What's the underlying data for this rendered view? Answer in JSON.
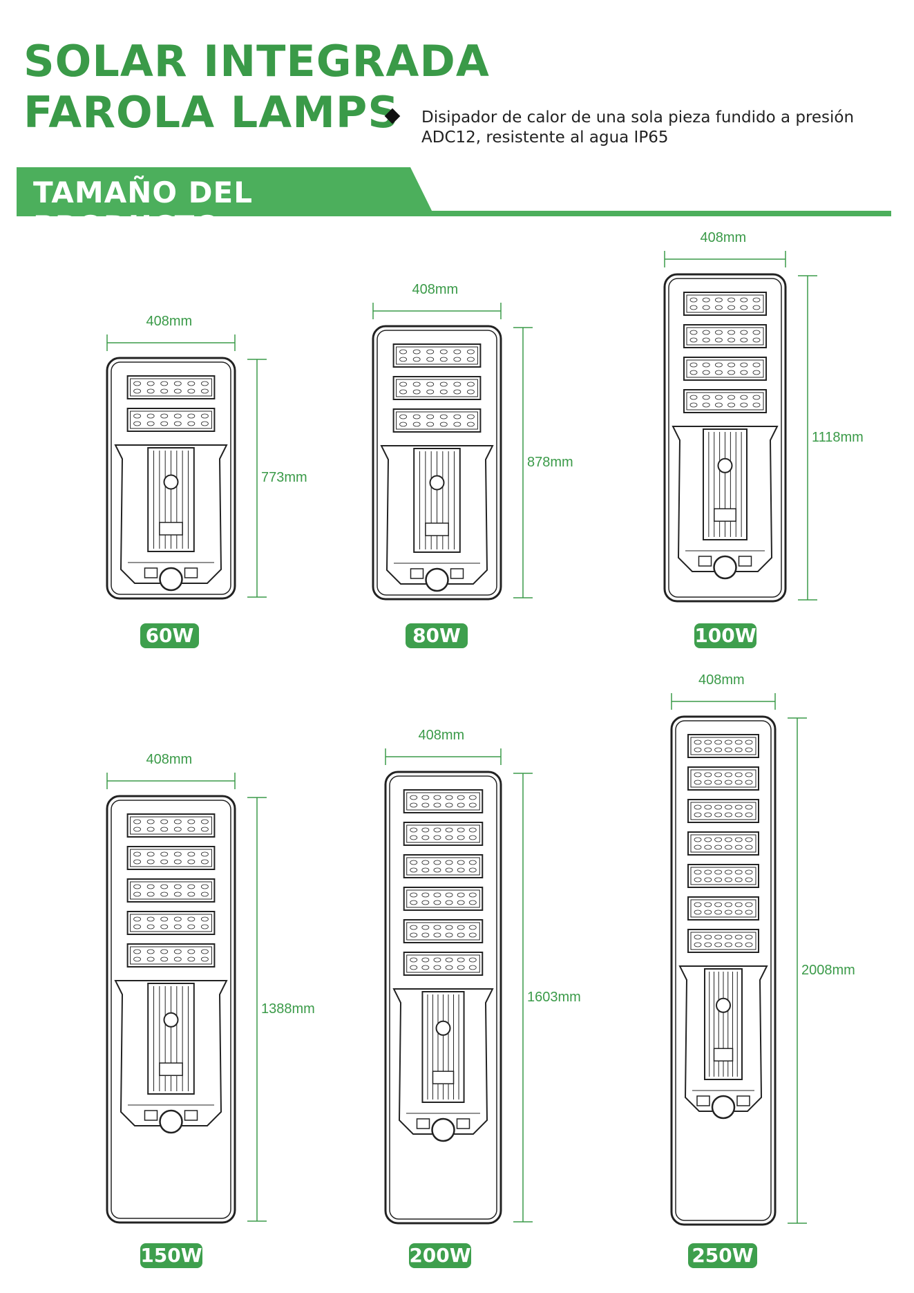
{
  "header": {
    "title_line1": "SOLAR INTEGRADA",
    "title_line2": "FAROLA LAMPS",
    "feature": "Disipador de calor de una sola pieza fundido a presión ADC12, resistente al agua IP65"
  },
  "section": {
    "title": "TAMAÑO DEL PRODUCTO"
  },
  "products": [
    {
      "wattage": "60W",
      "width": "408mm",
      "height": "773mm",
      "led_modules": 2
    },
    {
      "wattage": "80W",
      "width": "408mm",
      "height": "878mm",
      "led_modules": 3
    },
    {
      "wattage": "100W",
      "width": "408mm",
      "height": "1118mm",
      "led_modules": 4
    },
    {
      "wattage": "150W",
      "width": "408mm",
      "height": "1388mm",
      "led_modules": 5
    },
    {
      "wattage": "200W",
      "width": "408mm",
      "height": "1603mm",
      "led_modules": 6
    },
    {
      "wattage": "250W",
      "width": "408mm",
      "height": "2008mm",
      "led_modules": 7
    }
  ],
  "colors": {
    "accent": "#4caf5c",
    "dimension": "#3a9a48",
    "outline": "#222222"
  }
}
